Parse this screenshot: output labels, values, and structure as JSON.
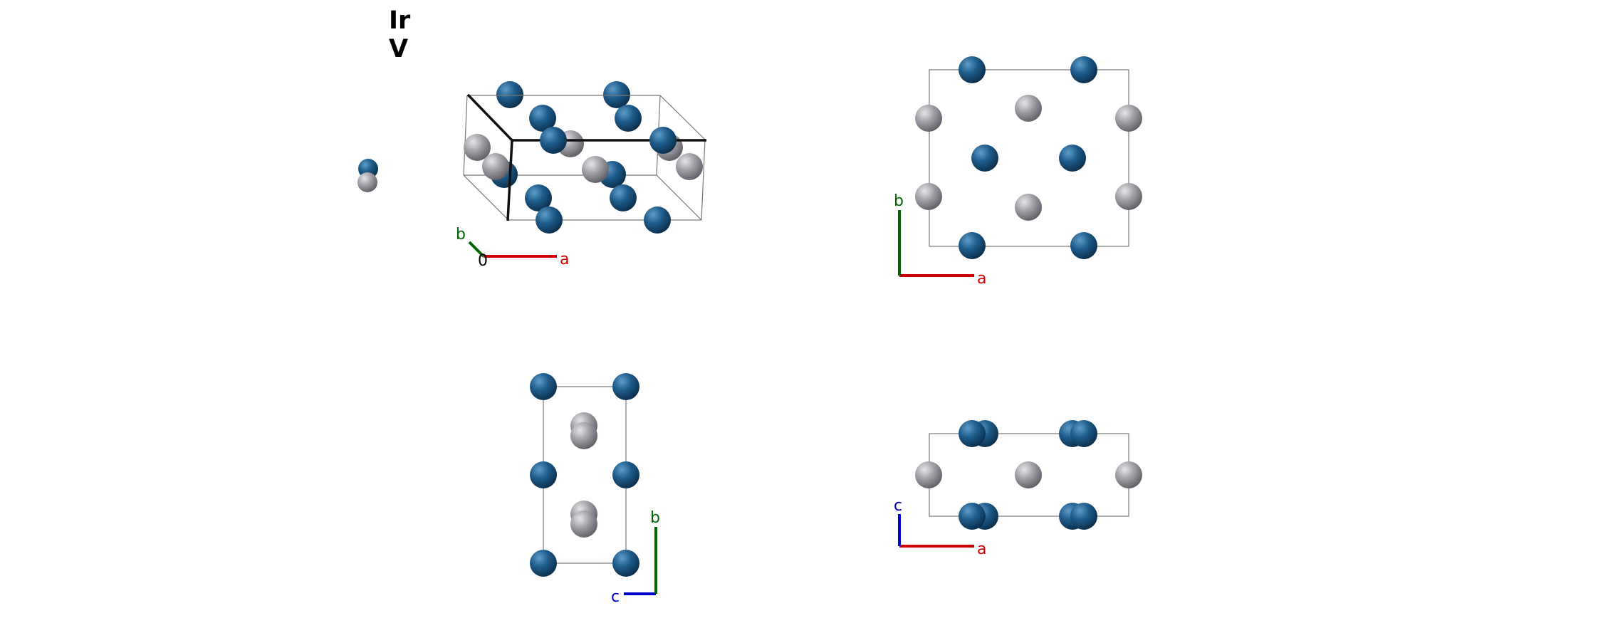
{
  "legend": {
    "elements": [
      {
        "symbol": "Ir",
        "color": "#a0a0a8"
      },
      {
        "symbol": "V",
        "color": "#1d5a8a"
      }
    ]
  },
  "colors": {
    "Ir": "#a0a0a8",
    "V": "#1d5a8a",
    "cell_edge": "#777777",
    "axis_a": "#cc0000",
    "axis_b": "#006600",
    "axis_c": "#0000cc",
    "origin": "#000000"
  },
  "panels": {
    "perspective": {
      "axes": {
        "a": "a",
        "b": "b",
        "origin": "0"
      }
    },
    "view_c": {
      "axes": {
        "a": "a",
        "b": "b"
      }
    },
    "view_a": {
      "axes": {
        "b": "b",
        "c": "c"
      }
    },
    "view_b": {
      "axes": {
        "a": "a",
        "c": "c"
      }
    }
  }
}
